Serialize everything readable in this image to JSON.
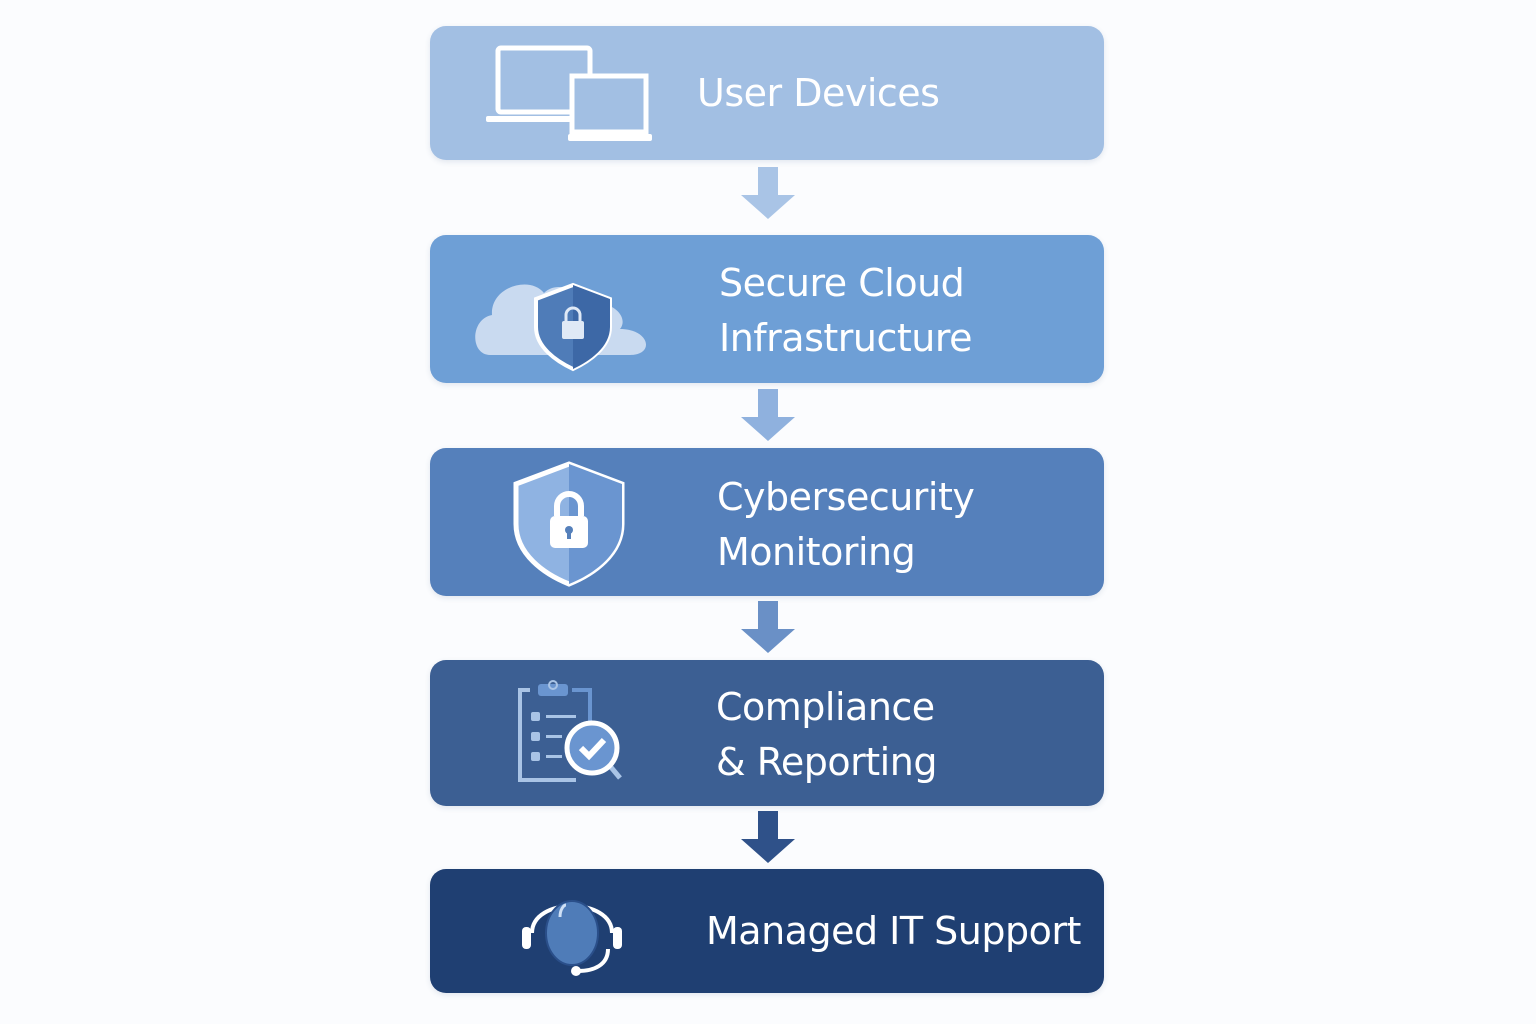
{
  "steps": [
    {
      "label_lines": [
        "User Devices"
      ],
      "icon": "devices-icon",
      "color": "#a2bfe3"
    },
    {
      "label_lines": [
        "Secure Cloud",
        "Infrastructure"
      ],
      "icon": "cloud-shield-icon",
      "color": "#6e9fd6"
    },
    {
      "label_lines": [
        "Cybersecurity",
        "Monitoring"
      ],
      "icon": "shield-lock-icon",
      "color": "#5580bb"
    },
    {
      "label_lines": [
        "Compliance",
        "& Reporting"
      ],
      "icon": "clipboard-check-icon",
      "color": "#3c5f93"
    },
    {
      "label_lines": [
        "Managed IT Support"
      ],
      "icon": "headset-icon",
      "color": "#1f3f72"
    }
  ],
  "arrow_colors": [
    "#a9c4e6",
    "#8fb1de",
    "#6a90c6",
    "#2f5189"
  ]
}
